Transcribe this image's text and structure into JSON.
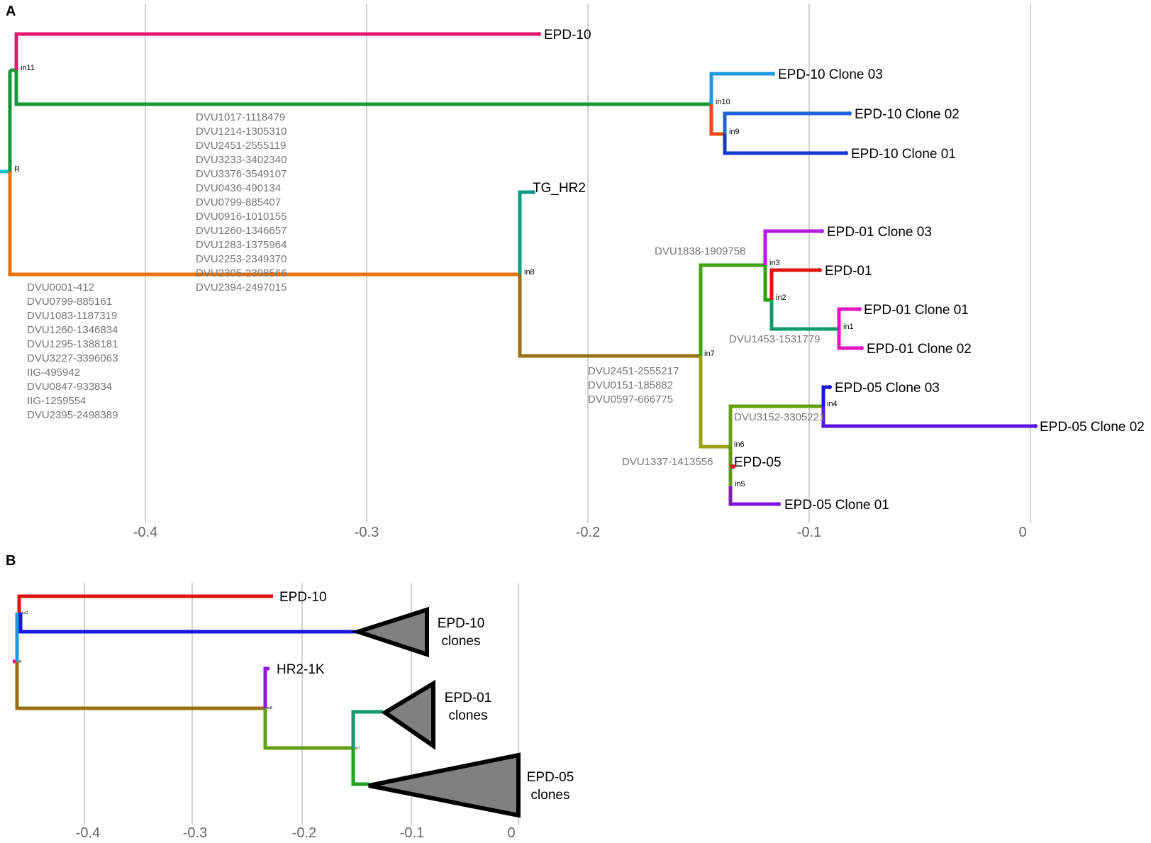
{
  "panels": {
    "A": {
      "letter": "A",
      "ticks": [
        "-0.4",
        "-0.3",
        "-0.2",
        "-0.1",
        "0"
      ],
      "tick_values": [
        -0.4,
        -0.3,
        -0.2,
        -0.1,
        0
      ],
      "leaves": [
        "EPD-10",
        "EPD-10 Clone 03",
        "EPD-10 Clone 02",
        "EPD-10 Clone 01",
        "TG_HR2",
        "EPD-01 Clone 03",
        "EPD-01",
        "EPD-01 Clone 01",
        "EPD-01 Clone 02",
        "EPD-05 Clone 03",
        "EPD-05 Clone 02",
        "EPD-05",
        "EPD-05 Clone 01"
      ],
      "nodes": [
        "in11",
        "R",
        "in10",
        "in9",
        "in8",
        "in3",
        "in2",
        "in1",
        "in7",
        "in4",
        "in6",
        "in5"
      ],
      "mutations": {
        "in11_branch": [
          "DVU1017-1118479",
          "DVU1214-1305310",
          "DVU2451-2555119",
          "DVU3233-3402340",
          "DVU3376-3549107",
          "DVU0436-490134",
          "DVU0799-885407",
          "DVU0916-1010155",
          "DVU1260-1346657",
          "DVU1283-1375964",
          "DVU2253-2349370",
          "DVU2305-2398566",
          "DVU2394-2497015"
        ],
        "in8_branch": [
          "DVU0001-412",
          "DVU0799-885161",
          "DVU1083-1187319",
          "DVU1260-1346834",
          "DVU1295-1388181",
          "DVU3227-3396063",
          "IIG-495942",
          "DVU0847-933834",
          "IIG-1259554",
          "DVU2395-2498389"
        ],
        "in7_branch": [
          "DVU2451-2555217",
          "DVU0151-185882",
          "DVU0597-666775"
        ],
        "in3": "DVU1838-1909758",
        "in1": "DVU1453-1531779",
        "in4": "DVU3152-3305221",
        "in5": "DVU1337-1413556"
      },
      "colors": {
        "epd10": "#e0186e",
        "in11": "#16983a",
        "root": "#16c0d8",
        "in8": "#e8720c",
        "c03": "#1e9ae0",
        "in9": "#ea4b14",
        "c02": "#1e63d8",
        "c01": "#1236d8",
        "tg": "#0f9b87",
        "in7": "#987014",
        "in3": "#3ea30f",
        "e01c03": "#b61be6",
        "in2": "#2ba30f",
        "e01": "#e0140f",
        "in1": "#0f9b6a",
        "e01c01": "#e614c3",
        "in6": "#9ba014",
        "in4": "#68a014",
        "e05c03": "#1e14d8",
        "e05c02": "#5a14e0",
        "in5": "#5f9614",
        "e05": "#e01414",
        "e05c01": "#8214e0"
      }
    },
    "B": {
      "letter": "B",
      "ticks": [
        "-0.4",
        "-0.3",
        "-0.2",
        "-0.1",
        "0"
      ],
      "tick_values": [
        -0.4,
        -0.3,
        -0.2,
        -0.1,
        0
      ],
      "leaves": [
        "EPD-10",
        "HR2-1K"
      ],
      "nodes": [
        "in11",
        "R",
        "in8",
        "in7"
      ],
      "clades": [
        [
          "EPD-10",
          "clones"
        ],
        [
          "EPD-01",
          "clones"
        ],
        [
          "EPD-05",
          "clones"
        ]
      ],
      "colors": {
        "epd10": "#e0140f",
        "in11blue": "#1418e0",
        "in11": "#1e9ae0",
        "root": "#e01487",
        "in8": "#987014",
        "hr2": "#9414e0",
        "in7": "#5f9f14",
        "in7b": "#0f9b6a",
        "in7c": "#1ea31e",
        "triangle_fill": "#808080",
        "triangle_stroke": "#000000"
      }
    }
  }
}
